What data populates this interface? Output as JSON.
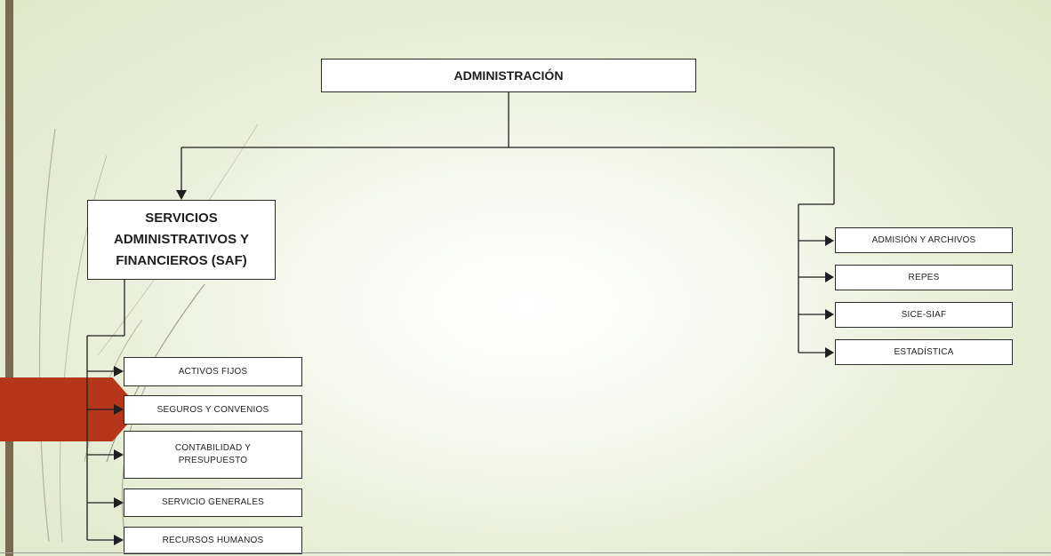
{
  "diagram": {
    "root": {
      "label": "ADMINISTRACIÓN"
    },
    "saf": {
      "label": "SERVICIOS\nADMINISTRATIVOS Y\nFINANCIEROS (SAF)"
    },
    "saf_children": [
      {
        "label": "ACTIVOS FIJOS"
      },
      {
        "label": "SEGUROS Y CONVENIOS"
      },
      {
        "label": "CONTABILIDAD Y\nPRESUPUESTO"
      },
      {
        "label": "SERVICIO GENERALES"
      },
      {
        "label": "RECURSOS HUMANOS"
      }
    ],
    "right_children": [
      {
        "label": "ADMISIÓN Y ARCHIVOS"
      },
      {
        "label": "REPES"
      },
      {
        "label": "SICE-SIAF"
      },
      {
        "label": "ESTADÍSTICA"
      }
    ]
  },
  "colors": {
    "line": "#1f1f1f",
    "accent": "#b5361b",
    "rule": "#7a6a52"
  }
}
